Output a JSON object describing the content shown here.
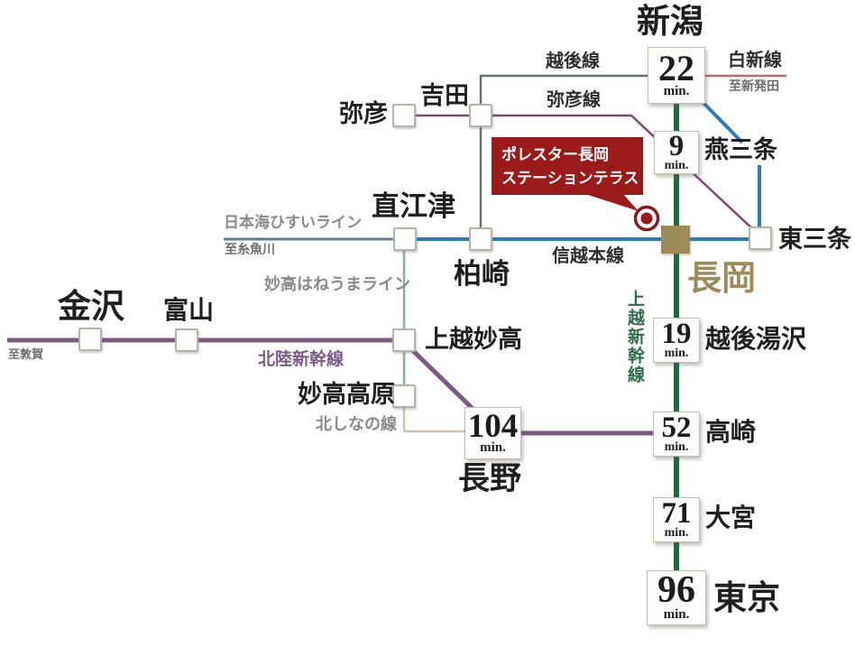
{
  "diagram": {
    "callout": {
      "line1": "ポレスター長岡",
      "line2": "ステーションテラス",
      "bg_color": "#9b1b1b"
    },
    "stations": {
      "niigata": "新潟",
      "yahiko": "弥彦",
      "yoshida": "吉田",
      "tsubame_sanjo": "燕三条",
      "higashi_sanjo": "東三条",
      "naoetsu": "直江津",
      "kashiwazaki": "柏崎",
      "nagaoka": "長岡",
      "kanazawa": "金沢",
      "toyama": "富山",
      "joetsu_myoko": "上越妙高",
      "myoko_kogen": "妙高高原",
      "nagano": "長野",
      "echigo_yuzawa": "越後湯沢",
      "takasaki": "高崎",
      "omiya": "大宮",
      "tokyo": "東京"
    },
    "lines": {
      "echigo": {
        "label": "越後線",
        "color": "#5d7a66"
      },
      "yahiko": {
        "label": "弥彦線",
        "color": "#7e4a73"
      },
      "hakushin": {
        "label": "白新線",
        "color": "#c06a6a"
      },
      "shinetsu": {
        "label": "信越本線",
        "color": "#2b7cba"
      },
      "joetsu_shinkansen": {
        "label": "上越新幹線",
        "color": "#1d6b3f"
      },
      "hokuriku_shinkansen": {
        "label": "北陸新幹線",
        "color": "#7c5a86"
      },
      "nihonkai_hisui": {
        "label": "日本海ひすいライン",
        "color": "#5f7e9c"
      },
      "myoko_haneuma": {
        "label": "妙高はねうまライン",
        "color": "#83b29c"
      },
      "kita_shinano": {
        "label": "北しなの線",
        "color": "#cdc3a8"
      }
    },
    "times": {
      "niigata": {
        "value": "22",
        "unit": "min."
      },
      "tsubame_sanjo": {
        "value": "9",
        "unit": "min."
      },
      "echigo_yuzawa": {
        "value": "19",
        "unit": "min."
      },
      "takasaki": {
        "value": "52",
        "unit": "min."
      },
      "omiya": {
        "value": "71",
        "unit": "min."
      },
      "tokyo": {
        "value": "96",
        "unit": "min."
      },
      "nagano": {
        "value": "104",
        "unit": "min."
      }
    },
    "direction_notes": {
      "shibata": "至新発田",
      "itoigawa": "至糸魚川",
      "tsuruga": "至敦賀"
    },
    "highlight": {
      "nagaoka_station_color": "#9d8b59",
      "marker_color": "#9b1b1b"
    }
  }
}
